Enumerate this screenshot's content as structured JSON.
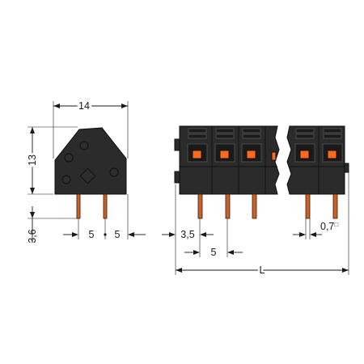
{
  "colors": {
    "housing": "#3a3a3a",
    "pin": "#c8622a",
    "push_opening": "#ff6a1f",
    "dimension": "#1a1a1a"
  },
  "side_view": {
    "width_label": "14",
    "height_label": "13",
    "pin_length_label": "3,6",
    "pin_spacing_label": "5",
    "pin_edge_label": "5"
  },
  "front_view": {
    "pin_offset_label": "3,5",
    "pitch_label": "5",
    "pin_size_label": "0,7",
    "pin_size_symbol": "□",
    "length_label": "L"
  }
}
